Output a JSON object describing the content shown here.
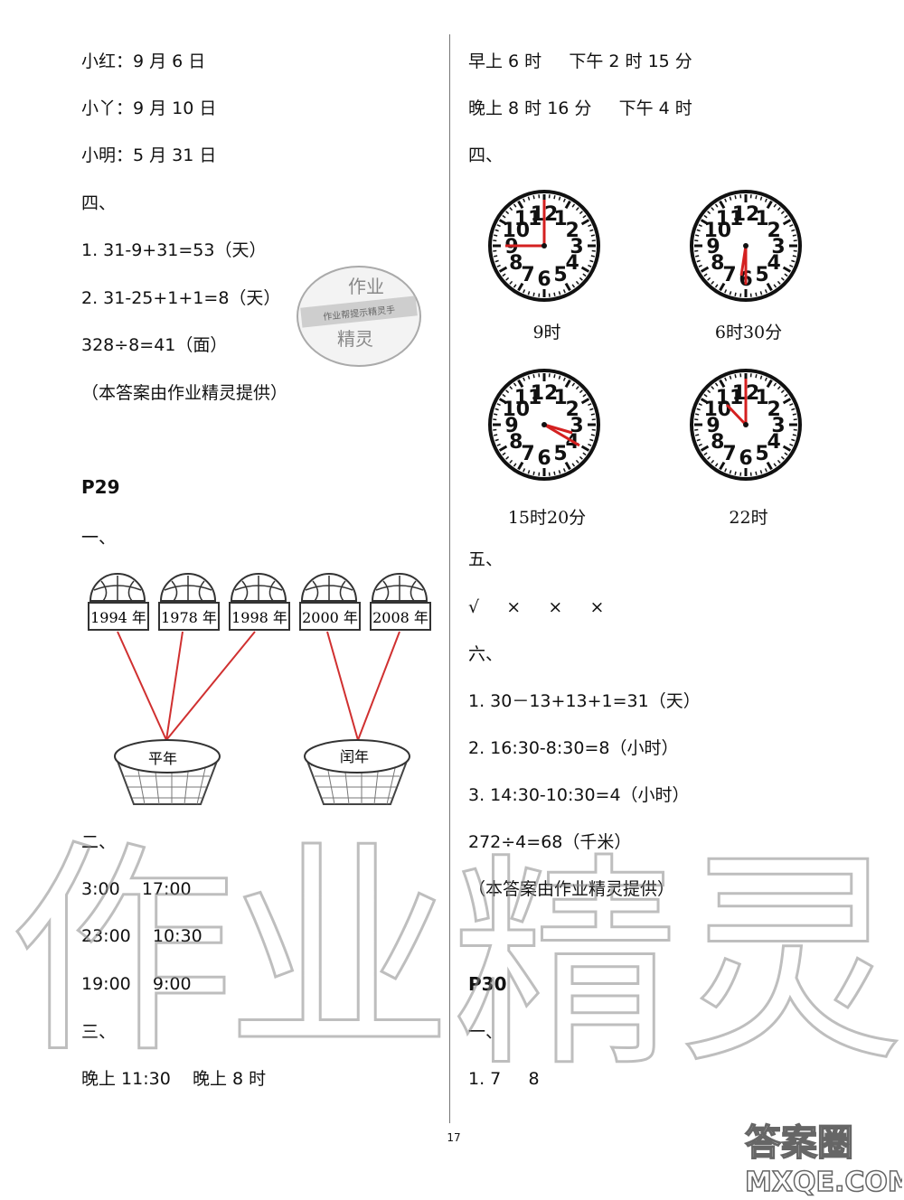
{
  "left": {
    "l1": "小红：9 月 6 日",
    "l2": "小丫：9 月 10 日",
    "l3": "小明：5 月 31 日",
    "s4": "四、",
    "q1": "1. 31-9+31=53（天）",
    "q2": "2. 31-25+1+1=8（天）",
    "q3": "328÷8=41（面）",
    "credit": "（本答案由作业精灵提供）",
    "p29": "P29",
    "s1": "一、",
    "years": [
      "1994 年",
      "1978 年",
      "1998 年",
      "2000 年",
      "2008 年"
    ],
    "basket_common": "平年",
    "basket_leap": "闰年",
    "s2": "二、",
    "t1": "3:00    17:00",
    "t2": "23:00    10:30",
    "t3": "19:00    9:00",
    "s3": "三、",
    "t4": "晚上 11:30    晚上 8 时"
  },
  "right": {
    "r1": "早上 6 时     下午 2 时 15 分",
    "r2": "晚上 8 时 16 分     下午 4 时",
    "s4": "四、",
    "clock_captions": [
      "9时",
      "6时30分",
      "15时20分",
      "22时"
    ],
    "s5": "五、",
    "marks": "√     ×     ×     ×",
    "s6": "六、",
    "a1": "1. 30－13+13+1=31（天）",
    "a2": "2. 16:30-8:30=8（小时）",
    "a3": "3. 14:30-10:30=4（小时）",
    "a4": "272÷4=68（千米）",
    "credit": "（本答案由作业精灵提供）",
    "p30": "P30",
    "s1": "一、",
    "b1": "1. 7     8"
  },
  "page_number": "17",
  "stamp": {
    "top": "作业",
    "middle": "作业帮提示精灵手",
    "bottom": "精灵"
  },
  "watermark": {
    "chars": [
      "作",
      "业",
      "精",
      "灵"
    ],
    "corner": "答案圈",
    "site": "MXQE.COM"
  },
  "colors": {
    "hand": "#d42020",
    "line": "#d03030",
    "text": "#111111"
  }
}
